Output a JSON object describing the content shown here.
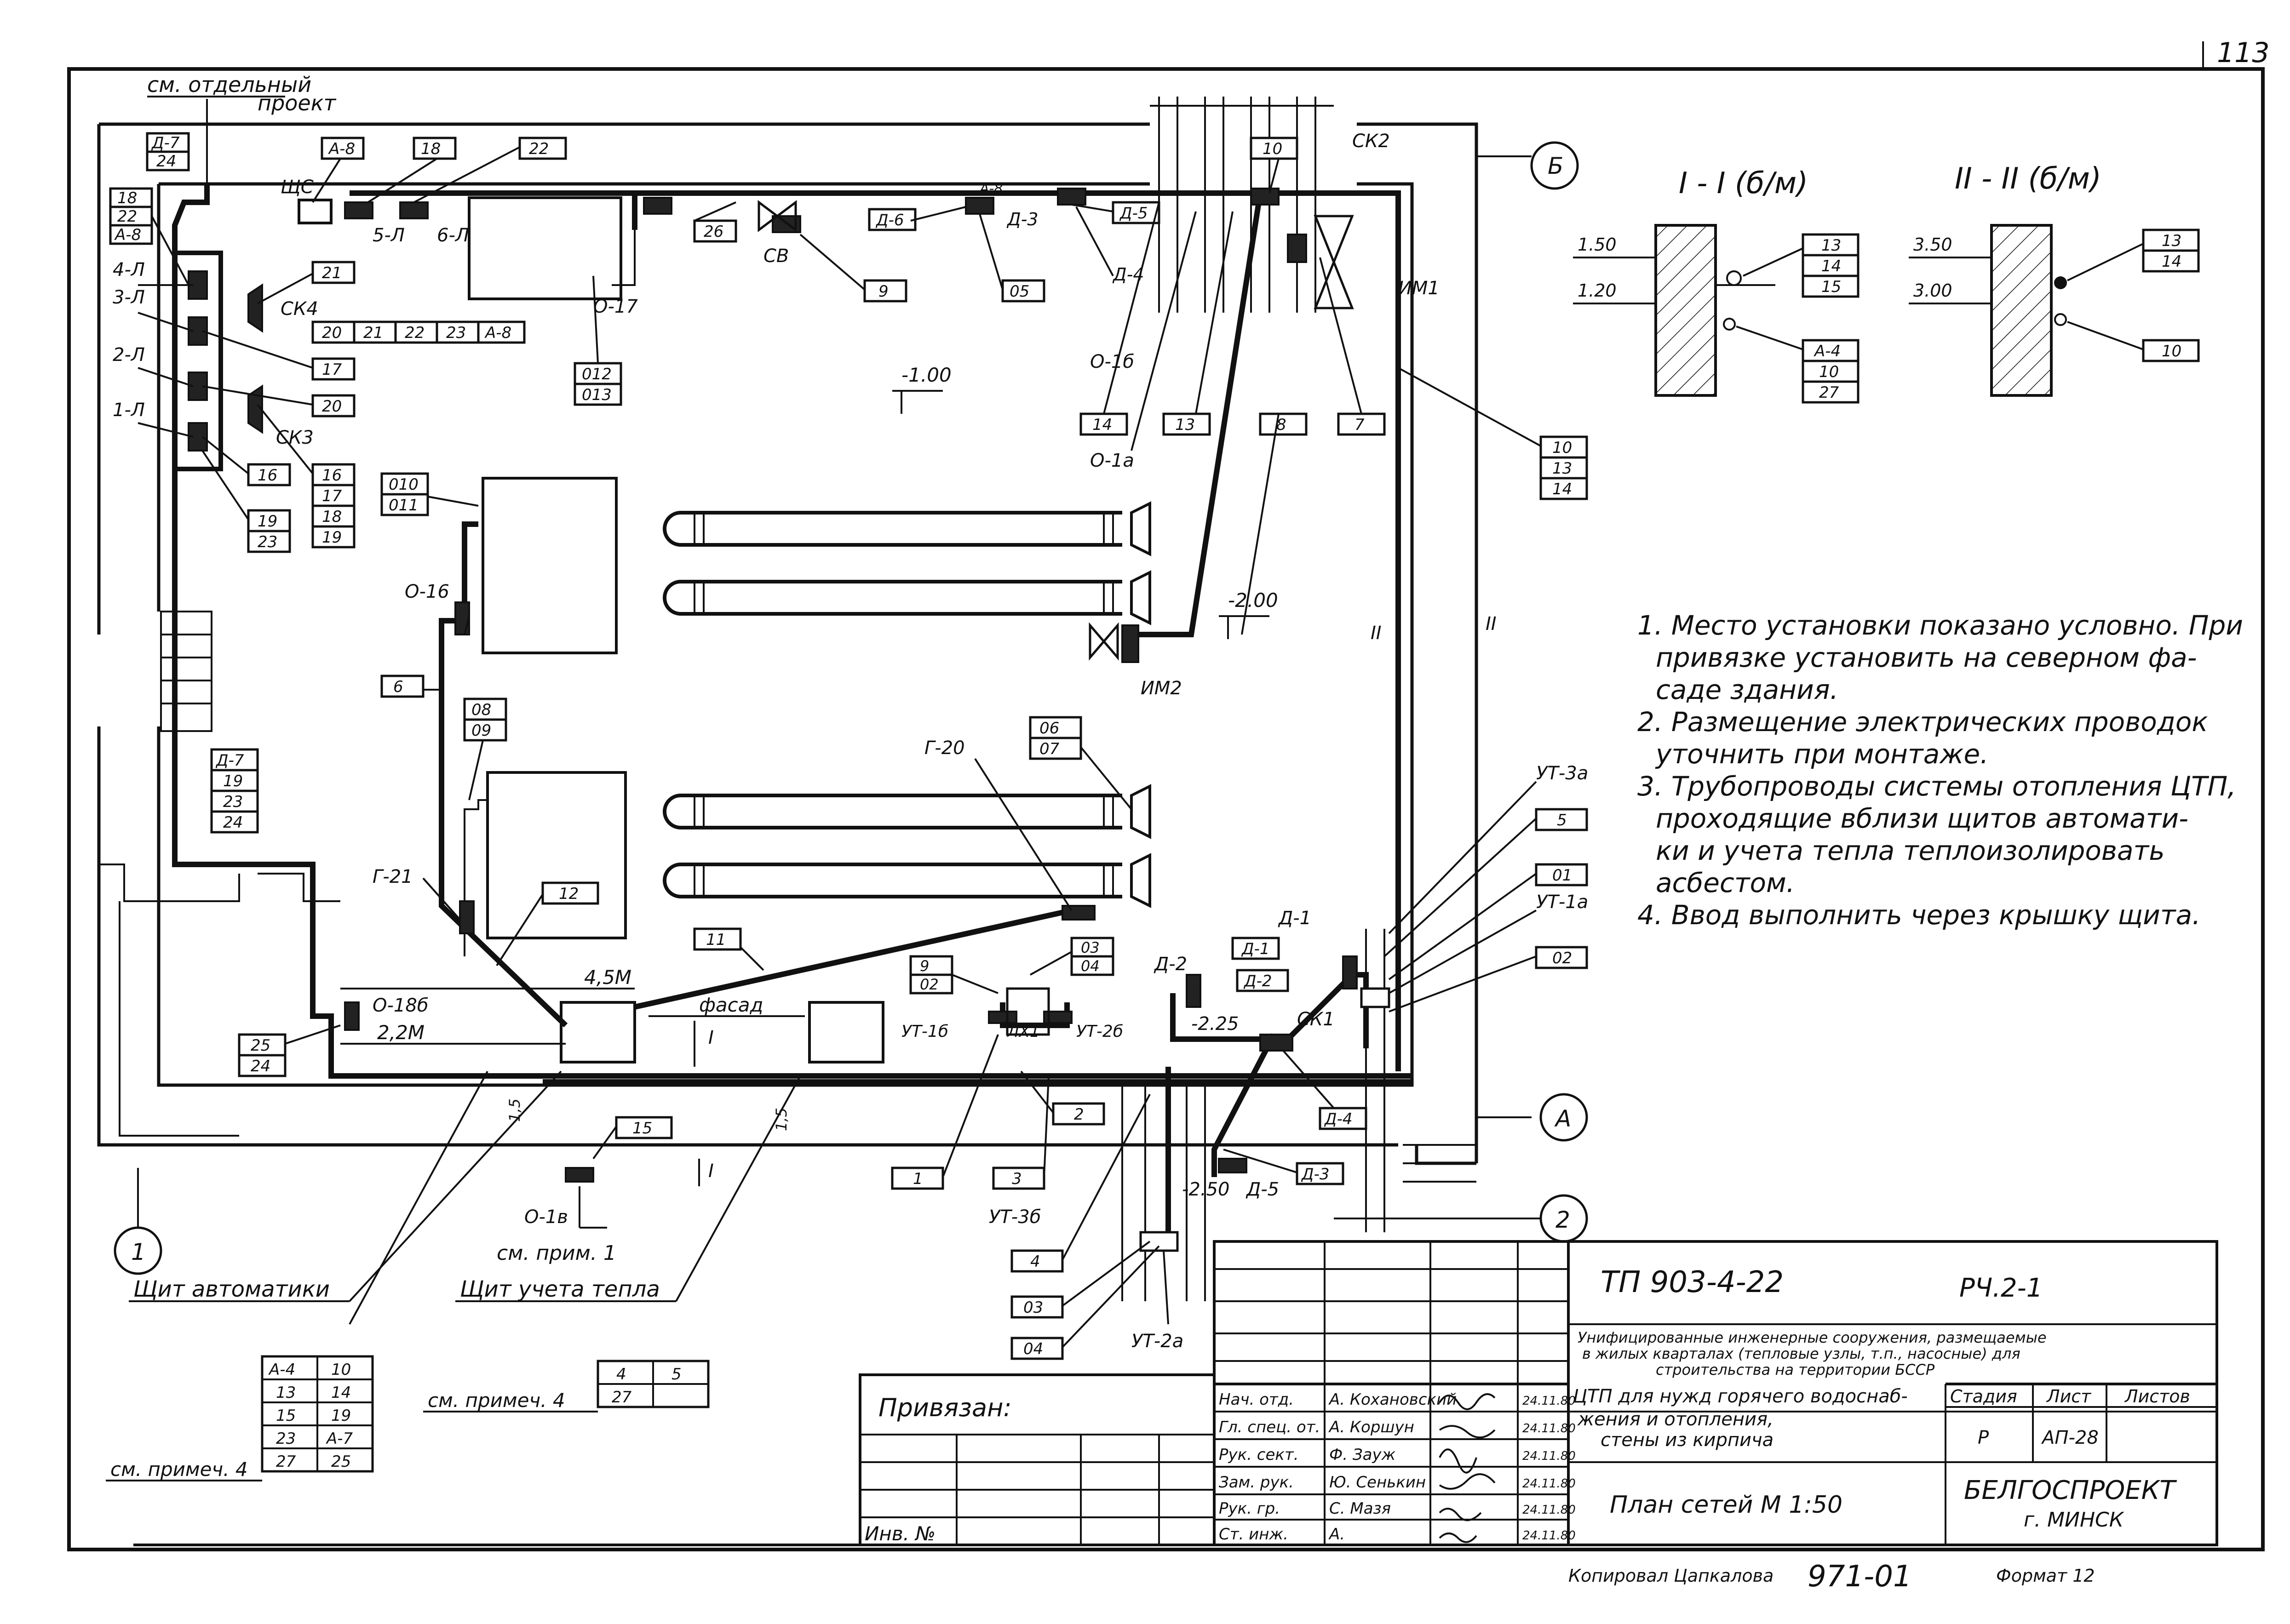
{
  "page_number": "113",
  "top_note": [
    "см. отдельный",
    "проект"
  ],
  "levels": [
    "-1.00",
    "-2.00",
    "-2.25",
    "-2.50"
  ],
  "axes": [
    "Б",
    "A",
    "1",
    "2"
  ],
  "section_marks": [
    "I",
    "I",
    "II",
    "II"
  ],
  "dims": [
    "4,5М",
    "2,2М",
    "фасад",
    "1,5",
    "1,5"
  ],
  "devices": [
    "ЩС",
    "А-8",
    "5-Л",
    "6-Л",
    "4-Л",
    "3-Л",
    "2-Л",
    "1-Л",
    "СК4",
    "СК3",
    "О-17",
    "СВ",
    "Д-6",
    "Д-3",
    "Д-4",
    "Д-5",
    "СК2",
    "ИМ1",
    "О-16",
    "ИМ2",
    "Г-20",
    "Г-21",
    "О-18б",
    "О-1б",
    "О-1а",
    "УТ-1б",
    "ЛХ1",
    "УТ-2б",
    "Д-2",
    "Д-1",
    "СК1",
    "УТ-3а",
    "УТ-1а",
    "УТ-3б",
    "УТ-2а",
    "О-1в"
  ],
  "leaders": {
    "top_left_stack": [
      "Д-7",
      "24"
    ],
    "left_column": [
      "18",
      "22",
      "А-8"
    ],
    "a8": "А-8",
    "n18": "18",
    "n22": "22",
    "n21": "21",
    "row20": [
      "20",
      "21",
      "22",
      "23",
      "А-8"
    ],
    "n17": "17",
    "n20": "20",
    "n16": "16",
    "stack16": [
      "16",
      "17",
      "18",
      "19"
    ],
    "stack19": [
      "19",
      "23"
    ],
    "n26": "26",
    "n9": "9",
    "n05": "05",
    "stack012": [
      "012",
      "013"
    ],
    "stack010": [
      "010",
      "011"
    ],
    "n10": "10",
    "n14": "14",
    "n13": "13",
    "n8": "8",
    "n7": "7",
    "stack10r": [
      "10",
      "13",
      "14"
    ],
    "n6": "6",
    "stack08": [
      "08",
      "09"
    ],
    "stack06": [
      "06",
      "07"
    ],
    "stackD7": [
      "Д-7",
      "19",
      "23",
      "24"
    ],
    "n12": "12",
    "n11": "11",
    "stack03": [
      "03",
      "04"
    ],
    "stack9": [
      "9",
      "02"
    ],
    "n5": "5",
    "n01": "01",
    "n02": "02",
    "stack25": [
      "25",
      "24"
    ],
    "n15": "15",
    "n2": "2",
    "n1": "1",
    "n3": "3",
    "n4": "4",
    "n03": "03",
    "n04": "04",
    "a4": "А-4",
    "d5": "Д-5",
    "d3": "Д-3",
    "d4": "Д-4"
  },
  "labels": {
    "shield_auto": "Щит автоматики",
    "shield_heat": "Щит учета тепла",
    "see_note1": "см. прим. 1",
    "see_note4a": "см. примеч. 4",
    "see_note4b": "см. примеч. 4"
  },
  "bottom_table": [
    [
      "А-4",
      "10"
    ],
    [
      "13",
      "14"
    ],
    [
      "15",
      "19"
    ],
    [
      "23",
      "А-7"
    ],
    [
      "27",
      "25"
    ]
  ],
  "small_table": [
    [
      "4",
      "5"
    ],
    [
      "27",
      ""
    ]
  ],
  "sections": {
    "s1": {
      "title": "I - I (б/м)",
      "levels": [
        "1.50",
        "1.20"
      ],
      "stack_a": [
        "13",
        "14",
        "15"
      ],
      "stack_b": [
        "А-4",
        "10",
        "27"
      ]
    },
    "s2": {
      "title": "II - II (б/м)",
      "levels": [
        "3.50",
        "3.00"
      ],
      "stack_a": [
        "13",
        "14"
      ],
      "n10": "10"
    }
  },
  "notes": [
    "1. Место установки показано условно. При",
    "привязке установить на северном фа-",
    "саде здания.",
    "2. Размещение электрических проводок",
    "уточнить при монтаже.",
    "3. Трубопроводы системы отопления ЦТП,",
    "проходящие вблизи щитов автомати-",
    "ки и учета тепла теплоизолировать",
    "асбестом.",
    "4. Ввод выполнить через крышку щита."
  ],
  "title_block": {
    "doc_code": "ТП 903-4-22",
    "sheet_part": "РЧ.2-1",
    "project_title": [
      "Унифицированные инженерные сооружения, размещаемые",
      "в жилых кварталах (тепловые узлы, т.п., насосные) для",
      "строительства на территории БССР"
    ],
    "sheet_title": [
      "ЦТП для нужд горячего водоснаб-",
      "жения и отопления,",
      "стены из кирпича"
    ],
    "drawing_name": "План сетей М 1:50",
    "stage_header": "Стадия",
    "sheet_header": "Лист",
    "sheets_header": "Листов",
    "stage": "Р",
    "sheet": "АП-28",
    "org": [
      "БЕЛГОСПРОЕКТ",
      "г. МИНСК"
    ],
    "bound": "Привязан:",
    "inv": "Инв. №",
    "signers": [
      {
        "role": "Нач. отд.",
        "name": "А. Кохановский",
        "date": "24.11.80"
      },
      {
        "role": "Гл. спец. от.",
        "name": "А. Коршун",
        "date": "24.11.80"
      },
      {
        "role": "Рук. сект.",
        "name": "Ф. Зауж",
        "date": "24.11.80"
      },
      {
        "role": "Зам. рук.",
        "name": "Ю. Сенькин",
        "date": "24.11.80"
      },
      {
        "role": "Рук. гр.",
        "name": "С. Мазя",
        "date": "24.11.80"
      },
      {
        "role": "Ст. инж.",
        "name": "А.",
        "date": "24.11.80"
      }
    ],
    "copied": "Копировал Цапкалова",
    "stamp": "971-01",
    "format": "Формат 12"
  }
}
